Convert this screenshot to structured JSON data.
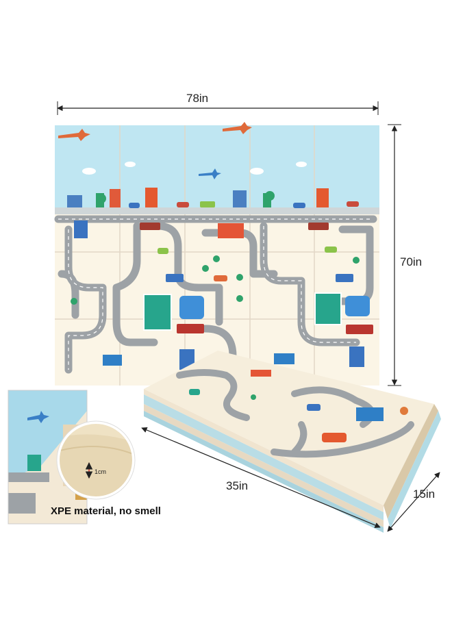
{
  "dimensions": {
    "width_label": "78in",
    "height_label": "70in",
    "length_label": "35in",
    "depth_label": "15in"
  },
  "callout": {
    "material_text": "XPE material, no smell",
    "thickness_label": "1cm"
  }
}
